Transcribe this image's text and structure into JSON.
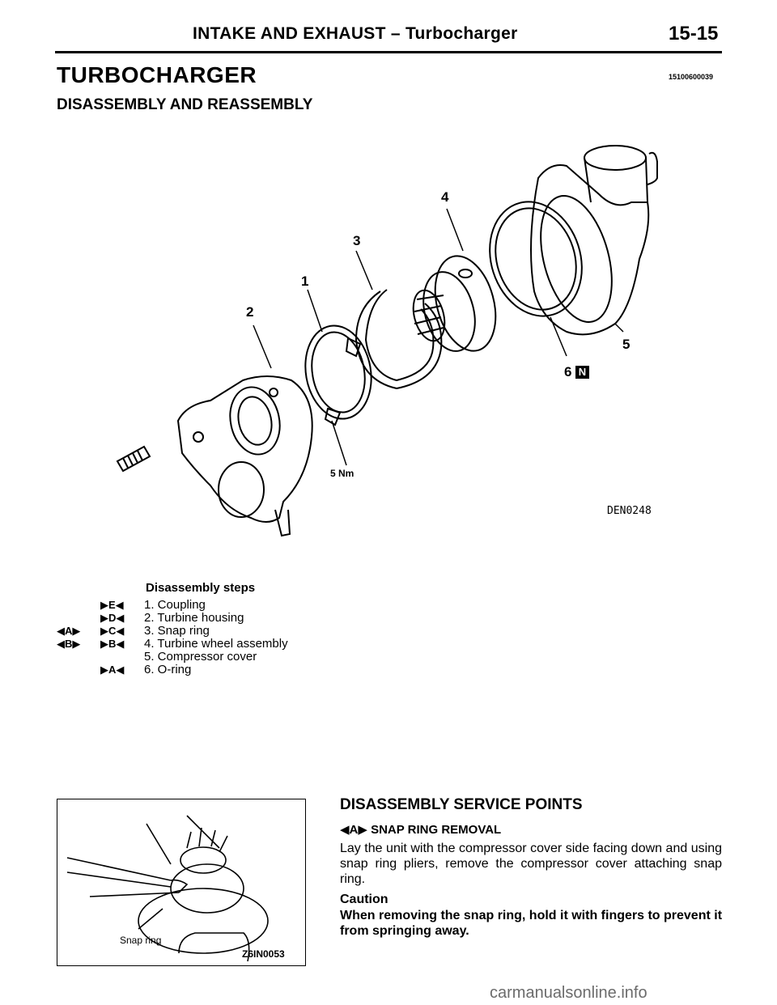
{
  "header": {
    "title": "INTAKE AND EXHAUST – Turbocharger",
    "page_number": "15-15"
  },
  "section": {
    "title": "TURBOCHARGER",
    "code": "15100600039",
    "subtitle": "DISASSEMBLY AND REASSEMBLY"
  },
  "figure": {
    "callouts": [
      "1",
      "2",
      "3",
      "4",
      "5",
      "6"
    ],
    "torque": "5 Nm",
    "code": "DEN0248",
    "badge": "N"
  },
  "steps": {
    "title": "Disassembly steps",
    "items": [
      {
        "label": "1. Coupling",
        "right_mark": "▶E◀",
        "left_mark": ""
      },
      {
        "label": "2. Turbine  housing",
        "right_mark": "▶D◀",
        "left_mark": ""
      },
      {
        "label": "3. Snap  ring",
        "right_mark": "▶C◀",
        "left_mark": "◀A▶"
      },
      {
        "label": "4. Turbine  wheel  assembly",
        "right_mark": "▶B◀",
        "left_mark": "◀B▶"
      },
      {
        "label": "5. Compressor  cover",
        "right_mark": "",
        "left_mark": ""
      },
      {
        "label": "6. O-ring",
        "right_mark": "▶A◀",
        "left_mark": ""
      }
    ]
  },
  "service": {
    "title": "DISASSEMBLY SERVICE POINTS",
    "subheading_mark": "◀A▶",
    "subheading": "SNAP  RING  REMOVAL",
    "paragraph": "Lay the unit with the compressor cover side facing down and using snap ring pliers, remove the compressor cover attaching snap ring.",
    "caution_title": "Caution",
    "caution_text": "When removing the snap ring, hold it with fingers to prevent it from springing away."
  },
  "photo": {
    "label": "Snap ring",
    "code": "Z6IN0053"
  },
  "watermark": "carmanualsonline.info"
}
